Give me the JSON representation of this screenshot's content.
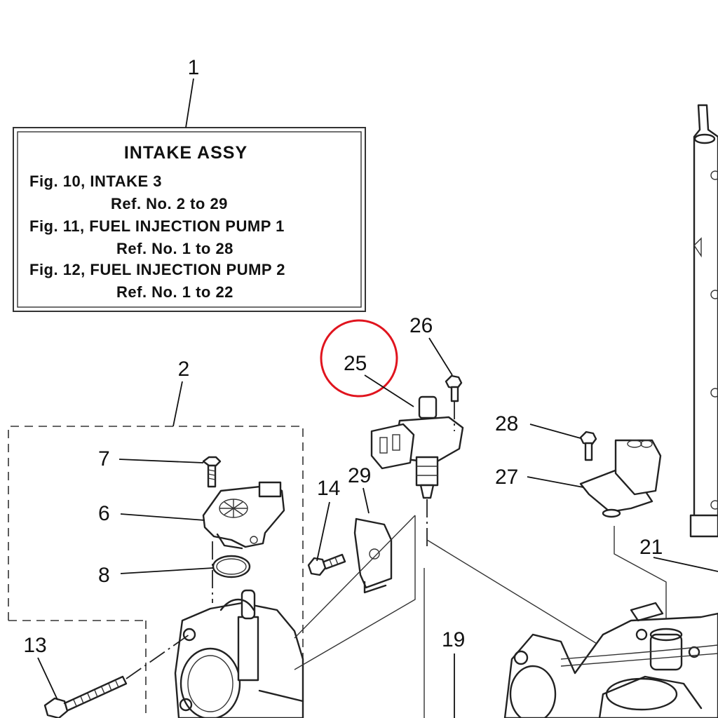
{
  "info_box": {
    "title": "INTAKE  ASSY",
    "lines": [
      "Fig. 10, INTAKE 3",
      "Ref. No. 2 to 29",
      "Fig. 11, FUEL INJECTION PUMP 1",
      "Ref. No. 1 to 28",
      "Fig. 12, FUEL INJECTION PUMP 2",
      "Ref. No. 1 to 22"
    ]
  },
  "callouts": {
    "c1": "1",
    "c2": "2",
    "c6": "6",
    "c7": "7",
    "c8": "8",
    "c13": "13",
    "c14": "14",
    "c19": "19",
    "c21": "21",
    "c25": "25",
    "c26": "26",
    "c27": "27",
    "c28": "28",
    "c29": "29"
  },
  "highlight": {
    "callout": "25",
    "color": "#e0141e"
  },
  "colors": {
    "line": "#222222",
    "background": "#ffffff"
  },
  "icons": [
    "throttle-body-icon",
    "sensor-icon",
    "bolt-icon",
    "o-ring-icon",
    "bracket-icon",
    "fuel-rail-icon"
  ]
}
